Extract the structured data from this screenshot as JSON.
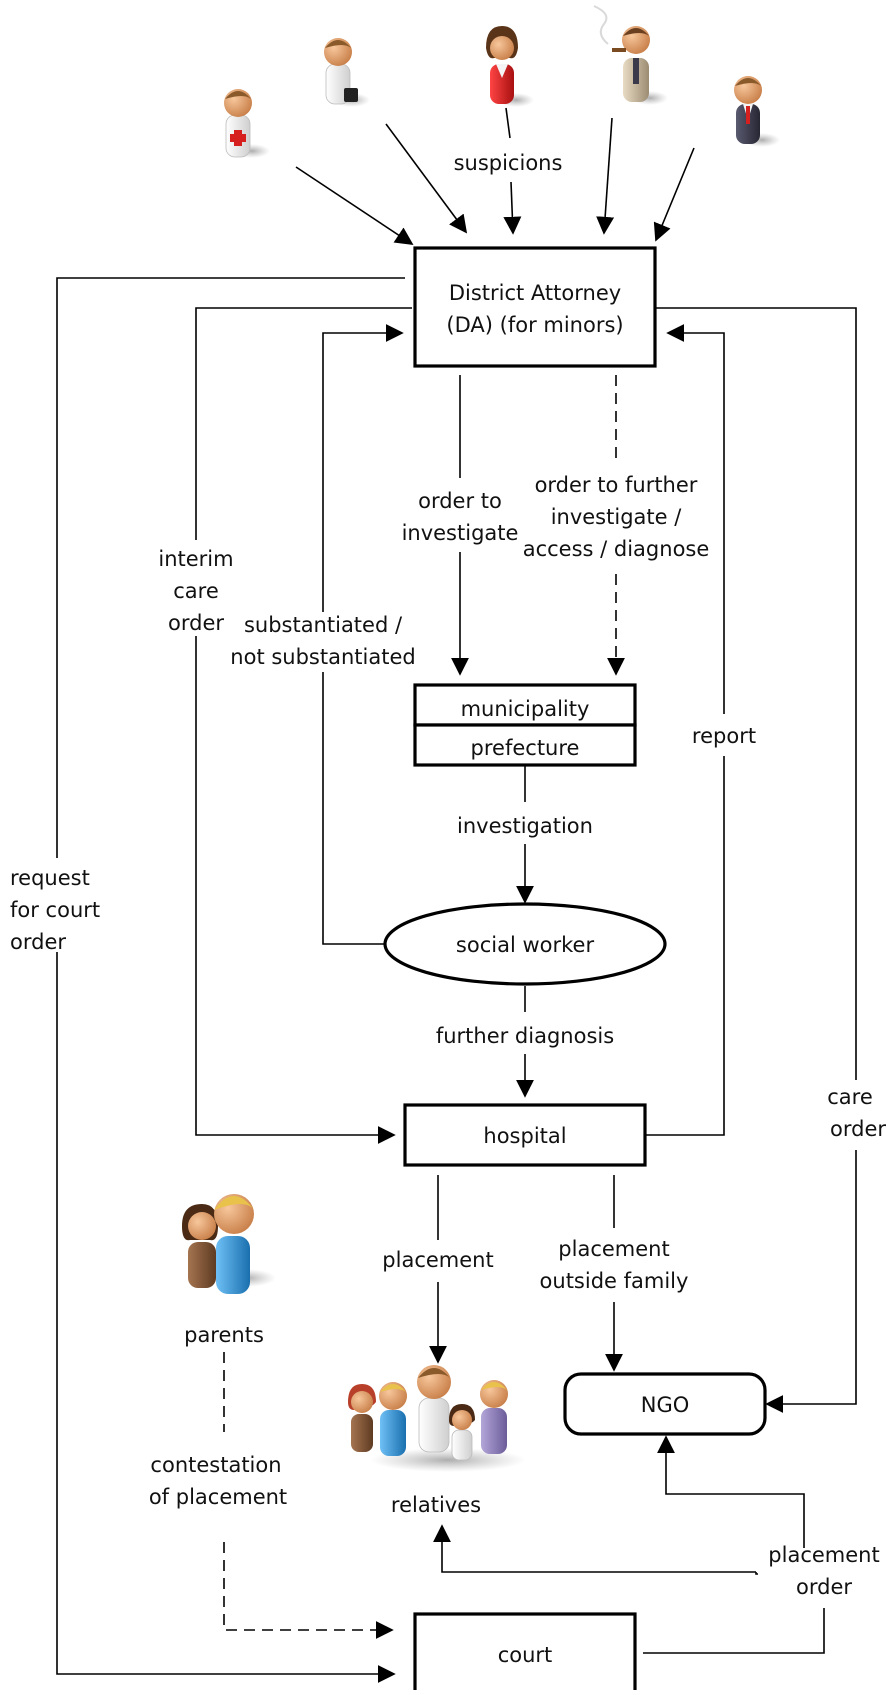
{
  "nodes": {
    "da_line1": "District Attorney",
    "da_line2": "(DA) (for minors)",
    "municipality": "municipality",
    "prefecture": "prefecture",
    "social_worker": "social worker",
    "hospital": "hospital",
    "ngo": "NGO",
    "court": "court",
    "parents": "parents",
    "relatives": "relatives"
  },
  "edges": {
    "suspicions": "suspicions",
    "order_investigate_1": "order to",
    "order_investigate_2": "investigate",
    "order_further_1": "order to further",
    "order_further_2": "investigate /",
    "order_further_3": "access / diagnose",
    "interim_1": "interim",
    "interim_2": "care",
    "interim_3": "order",
    "subst_1": "substantiated /",
    "subst_2": "not substantiated",
    "report": "report",
    "investigation": "investigation",
    "further_diagnosis": "further diagnosis",
    "request_1": "request",
    "request_2": "for court",
    "request_3": "order",
    "care_order_1": "care",
    "care_order_2": "order",
    "placement": "placement",
    "placement_outside_1": "placement",
    "placement_outside_2": "outside family",
    "contestation_1": "contestation",
    "contestation_2": "of placement",
    "placement_order_1": "placement",
    "placement_order_2": "order"
  },
  "reporters": [
    "doctor-figure",
    "businessman-figure",
    "woman-figure",
    "smoking-man-figure",
    "man-red-tie-figure"
  ],
  "colors": {
    "skin": "#e7a36e",
    "hair_brown": "#8a5a2b",
    "hair_blonde": "#e8c24a",
    "red": "#d62020",
    "blue": "#2f8fd6",
    "purple": "#8f7fb8",
    "white": "#f4f4f4",
    "dark": "#3a3a4a"
  }
}
